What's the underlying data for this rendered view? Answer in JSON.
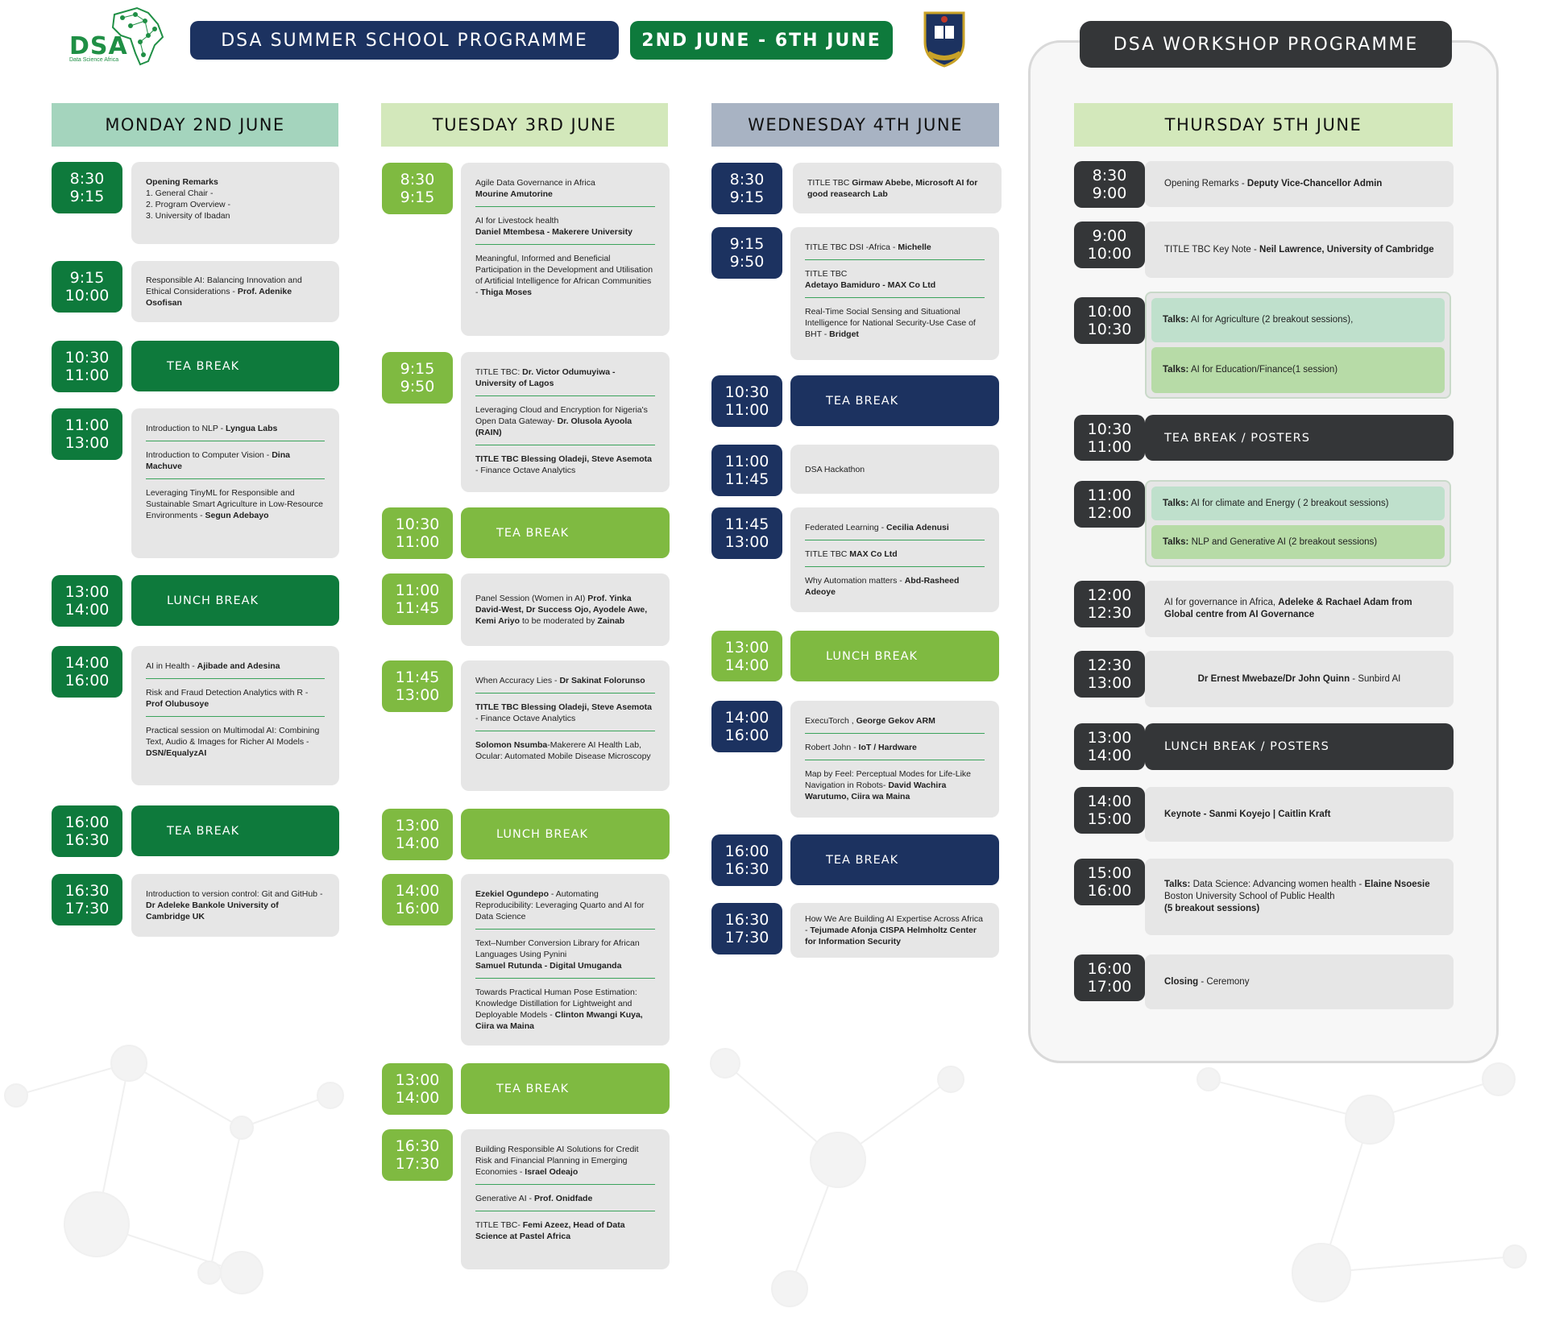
{
  "header": {
    "logo_text": "DSA",
    "logo_sub": "Data Science Africa",
    "title": "DSA SUMMER SCHOOL PROGRAMME",
    "dates": "2ND JUNE - 6TH JUNE",
    "workshop_title": "DSA WORKSHOP PROGRAMME"
  },
  "colors": {
    "monday": "#0e7a3c",
    "tuesday": "#7fba41",
    "wednesday": "#1c3260",
    "thursday": "#343638",
    "monday_header": "#a4d4bd",
    "tuesday_header": "#d3e8bb",
    "wednesday_header": "#a8b3c3",
    "thursday_header": "#d3e8bb"
  },
  "days": {
    "monday": {
      "title": "MONDAY 2ND JUNE",
      "slots": [
        {
          "start": "8:30",
          "end": "9:15"
        },
        {
          "start": "9:15",
          "end": "10:00"
        },
        {
          "start": "10:30",
          "end": "11:00"
        },
        {
          "start": "11:00",
          "end": "13:00"
        },
        {
          "start": "13:00",
          "end": "14:00"
        },
        {
          "start": "14:00",
          "end": "16:00"
        },
        {
          "start": "16:00",
          "end": "16:30"
        },
        {
          "start": "16:30",
          "end": "17:30"
        }
      ],
      "s1": {
        "title": "Opening Remarks",
        "l1": "1. General Chair -",
        "l2": "2. Program Overview -",
        "l3": "3. University of Ibadan"
      },
      "s2": {
        "t": "Responsible AI: Balancing Innovation and Ethical Considerations - ",
        "b": "Prof. Adenike Osofisan"
      },
      "b1": "TEA BREAK",
      "s4": [
        {
          "t": "Introduction to NLP - ",
          "b": "Lyngua Labs"
        },
        {
          "t": "Introduction to Computer Vision - ",
          "b": "Dina Machuve"
        },
        {
          "t": "Leveraging TinyML for Responsible and Sustainable Smart Agriculture in Low-Resource Environments - ",
          "b": "Segun Adebayo"
        }
      ],
      "b2": "LUNCH BREAK",
      "s6": [
        {
          "t": "AI in Health - ",
          "b": "Ajibade and Adesina"
        },
        {
          "t": "Risk and Fraud Detection Analytics with R - ",
          "b": "Prof Olubusoye"
        },
        {
          "t": "Practical session on Multimodal AI: Combining Text, Audio & Images for Richer AI Models - ",
          "b": "DSN/EqualyzAI"
        }
      ],
      "b3": "TEA  BREAK",
      "s8": {
        "t": "Introduction to version control: Git and GitHub - ",
        "b": "Dr Adeleke Bankole University of Cambridge UK"
      }
    },
    "tuesday": {
      "title": "TUESDAY 3RD JUNE",
      "slots": [
        {
          "start": "8:30",
          "end": "9:15"
        },
        {
          "start": "9:15",
          "end": "9:50"
        },
        {
          "start": "10:30",
          "end": "11:00"
        },
        {
          "start": "11:00",
          "end": "11:45"
        },
        {
          "start": "11:45",
          "end": "13:00"
        },
        {
          "start": "13:00",
          "end": "14:00"
        },
        {
          "start": "14:00",
          "end": "16:00"
        },
        {
          "start": "13:00",
          "end": "14:00"
        },
        {
          "start": "16:30",
          "end": "17:30"
        }
      ],
      "s1": [
        {
          "t": "Agile Data Governance in Africa",
          "b": "Mourine Amutorine"
        },
        {
          "t": "AI for Livestock health",
          "b": "Daniel Mtembesa - Makerere University"
        },
        {
          "t": "Meaningful, Informed and Beneficial Participation in the Development and Utilisation of Artificial Intelligence for African Communities - ",
          "b": "Thiga Moses"
        }
      ],
      "s2": [
        {
          "t": "TITLE TBC: ",
          "b": "Dr. Victor Odumuyiwa - University of Lagos"
        },
        {
          "t": "Leveraging Cloud and Encryption for Nigeria's Open Data Gateway- ",
          "b": "Dr. Olusola Ayoola (RAIN)"
        },
        {
          "t": "",
          "b": "TITLE TBC Blessing Oladeji, Steve Asemota",
          "t2": " - Finance Octave Analytics"
        }
      ],
      "b1": "TEA BREAK",
      "s4": {
        "t": "Panel Session (Women in AI) ",
        "b": "Prof. Yinka David-West, Dr Success Ojo, Ayodele Awe, Kemi Ariyo",
        "t2": " to be moderated by ",
        "b2": "Zainab"
      },
      "s5": [
        {
          "t": "When Accuracy Lies - ",
          "b": "Dr Sakinat Folorunso"
        },
        {
          "t": "",
          "b": "TITLE TBC Blessing Oladeji, Steve Asemota",
          "t2": " - Finance Octave Analytics"
        },
        {
          "t": "",
          "b": "Solomon Nsumba",
          "t2": "-Makerere AI Health Lab, Ocular: Automated Mobile Disease Microscopy"
        }
      ],
      "b2": "LUNCH BREAK",
      "s7": [
        {
          "t": "",
          "b": "Ezekiel Ogundepo",
          "t2": " - Automating Reproducibility: Leveraging Quarto and AI for Data Science"
        },
        {
          "t": "Text–Number Conversion Library for African Languages Using Pynini ",
          "b": "Samuel Rutunda - Digital Umuganda"
        },
        {
          "t": "Towards Practical Human Pose Estimation: Knowledge Distillation for Lightweight and Deployable Models - ",
          "b": "Clinton Mwangi Kuya, Ciira wa Maina"
        }
      ],
      "b3": "TEA BREAK",
      "s9": [
        {
          "t": "Building Responsible AI Solutions for Credit Risk and Financial Planning in Emerging Economies - ",
          "b": "Israel Odeajo"
        },
        {
          "t": "Generative AI - ",
          "b": "Prof. Onidfade"
        },
        {
          "t": "TITLE TBC- ",
          "b": "Femi Azeez, Head of Data Science at Pastel Africa"
        }
      ]
    },
    "wednesday": {
      "title": "WEDNESDAY 4TH JUNE",
      "slots": [
        {
          "start": "8:30",
          "end": "9:15"
        },
        {
          "start": "9:15",
          "end": "9:50"
        },
        {
          "start": "10:30",
          "end": "11:00"
        },
        {
          "start": "11:00",
          "end": "11:45"
        },
        {
          "start": "11:45",
          "end": "13:00"
        },
        {
          "start": "13:00",
          "end": "14:00"
        },
        {
          "start": "14:00",
          "end": "16:00"
        },
        {
          "start": "16:00",
          "end": "16:30"
        },
        {
          "start": "16:30",
          "end": "17:30"
        }
      ],
      "s1": {
        "t": "TITLE TBC  ",
        "b": "Girmaw Abebe, Microsoft AI for good reasearch Lab"
      },
      "s2": [
        {
          "t": "TITLE TBC DSI -Africa - ",
          "b": "Michelle"
        },
        {
          "t": "TITLE TBC ",
          "b": "Adetayo Bamiduro - MAX Co Ltd"
        },
        {
          "t": "Real-Time Social Sensing and Situational Intelligence for National Security-Use Case of BHT - ",
          "b": "Bridget"
        }
      ],
      "b1": "TEA BREAK",
      "s4": {
        "t": "DSA Hackathon"
      },
      "s5": [
        {
          "t": "Federated Learning - ",
          "b": "Cecilia Adenusi"
        },
        {
          "t": "TITLE TBC ",
          "b": "MAX Co Ltd"
        },
        {
          "t": "Why Automation matters - ",
          "b": "Abd-Rasheed Adeoye"
        }
      ],
      "b2": "LUNCH BREAK",
      "s7": [
        {
          "t": "ExecuTorch , ",
          "b": "George Gekov ARM"
        },
        {
          "t": "Robert John - ",
          "b": "IoT / Hardware"
        },
        {
          "t": "Map by Feel: Perceptual Modes for Life-Like Navigation in Robots- ",
          "b": "David Wachira Warutumo, Ciira wa Maina"
        }
      ],
      "b3": "TEA BREAK",
      "s9": {
        "t": "How We Are Building AI Expertise Across Africa - ",
        "b": "Tejumade Afonja CISPA Helmholtz Center for Information Security"
      }
    },
    "thursday": {
      "title": "THURSDAY 5TH JUNE",
      "slots": [
        {
          "start": "8:30",
          "end": "9:00"
        },
        {
          "start": "9:00",
          "end": "10:00"
        },
        {
          "start": "10:00",
          "end": "10:30"
        },
        {
          "start": "10:30",
          "end": "11:00"
        },
        {
          "start": "11:00",
          "end": "12:00"
        },
        {
          "start": "12:00",
          "end": "12:30"
        },
        {
          "start": "12:30",
          "end": "13:00"
        },
        {
          "start": "13:00",
          "end": "14:00"
        },
        {
          "start": "14:00",
          "end": "15:00"
        },
        {
          "start": "15:00",
          "end": "16:00"
        },
        {
          "start": "16:00",
          "end": "17:00"
        }
      ],
      "s1": {
        "t": "Opening Remarks - ",
        "b": "Deputy Vice-Chancellor Admin"
      },
      "s2": {
        "t": "TITLE TBC Key Note - ",
        "b": "Neil Lawrence, University of Cambridge"
      },
      "s3a": {
        "b": "Talks:",
        "t": " AI for Agriculture (2 breakout sessions),"
      },
      "s3b": {
        "b": "Talks:",
        "t": " AI for Education/Finance(1 session)"
      },
      "b1": "TEA BREAK / POSTERS",
      "s5a": {
        "b": "Talks:",
        "t": " AI for climate and Energy ( 2 breakout sessions)"
      },
      "s5b": {
        "b": "Talks:",
        "t": " NLP and Generative AI (2 breakout sessions)"
      },
      "s6": {
        "t": "AI for governance in Africa, ",
        "b": "Adeleke & Rachael Adam from Global centre from AI Governance"
      },
      "s7": {
        "b": "Dr Ernest Mwebaze/Dr John Quinn",
        "t": " - Sunbird AI"
      },
      "b2": "LUNCH BREAK / POSTERS",
      "s9": {
        "b": "Keynote - Sanmi Koyejo | Caitlin Kraft"
      },
      "s10": {
        "b": "Talks:",
        "t": " Data Science: Advancing women health - ",
        "b2": "Elaine Nsoesie",
        "t2": " Boston University School of Public Health",
        "b3": "(5 breakout sessions)"
      },
      "s11": {
        "b": "Closing",
        "t": " - Ceremony"
      }
    }
  }
}
